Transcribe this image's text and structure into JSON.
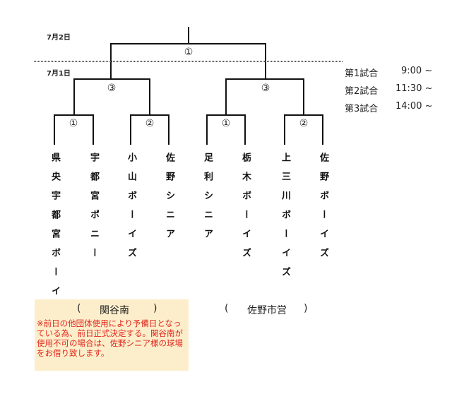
{
  "dates": {
    "day2": "7月2日",
    "day1": "7月1日"
  },
  "rounds": {
    "final": "①",
    "semi_left": "③",
    "semi_right": "③",
    "r1": [
      "①",
      "②",
      "①",
      "②"
    ]
  },
  "teams": [
    "県央宇都宮ボーイズ",
    "宇都宮ポニー",
    "小山ボーイズ",
    "佐野シニア",
    "足利シニア",
    "栃木ボーイズ",
    "上三川ボーイズ",
    "佐野ボーイズ"
  ],
  "schedule": [
    {
      "label": "第1試合",
      "time": "9:00 ~"
    },
    {
      "label": "第2試合",
      "time": "11:30 ~"
    },
    {
      "label": "第3試合",
      "time": "14:00 ~"
    }
  ],
  "venues": {
    "left": {
      "open": "(",
      "name": "関谷南",
      "close": ")"
    },
    "right": {
      "open": "(",
      "name": "佐野市営",
      "close": ")"
    }
  },
  "note": "※前日の他団体使用により予備日となっている為、前日正式決定する。関谷南が使用不可の場合は、佐野シニア様の球場をお借り致します。"
}
